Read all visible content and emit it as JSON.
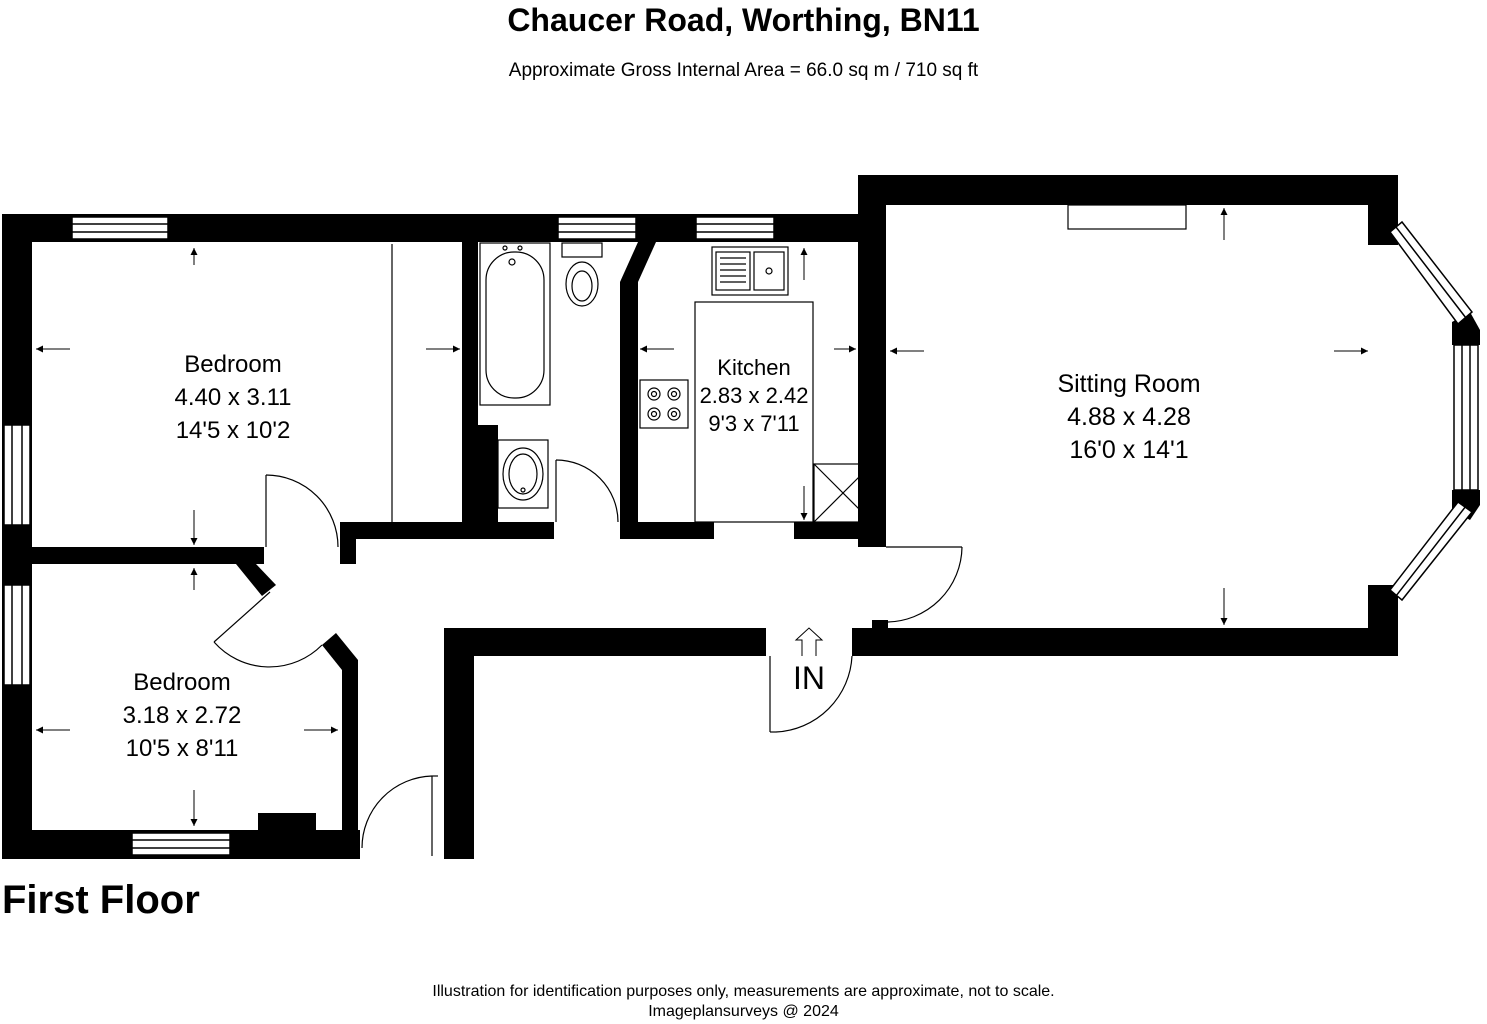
{
  "header": {
    "title": "Chaucer Road, Worthing, BN11",
    "subtitle": "Approximate Gross Internal Area = 66.0 sq m / 710 sq ft"
  },
  "floor": {
    "label": "First Floor"
  },
  "rooms": {
    "bedroom1": {
      "name": "Bedroom",
      "metric": "4.40 x 3.11",
      "imperial": "14'5 x 10'2"
    },
    "bedroom2": {
      "name": "Bedroom",
      "metric": "3.18 x 2.72",
      "imperial": "10'5 x 8'11"
    },
    "kitchen": {
      "name": "Kitchen",
      "metric": "2.83 x 2.42",
      "imperial": "9'3 x 7'11"
    },
    "sitting": {
      "name": "Sitting Room",
      "metric": "4.88 x 4.28",
      "imperial": "16'0 x 14'1"
    }
  },
  "entrance": {
    "label": "IN"
  },
  "footer": {
    "disclaimer": "Illustration for identification purposes only, measurements are approximate, not to scale.",
    "credit": "Imageplansurveys @ 2024"
  },
  "colors": {
    "wall": "#000000",
    "background": "#ffffff"
  }
}
